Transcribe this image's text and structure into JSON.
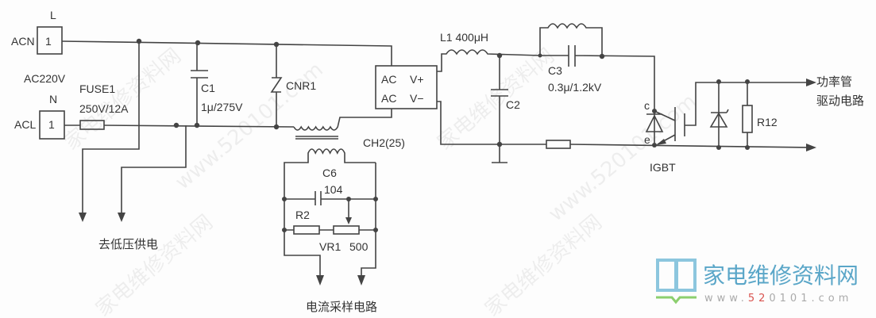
{
  "labels": {
    "acn": "ACN",
    "acn_pin": "1",
    "l": "L",
    "ac220v": "AC220V",
    "n": "N",
    "acl": "ACL",
    "acl_pin": "1",
    "fuse": "FUSE1",
    "fuse_rating": "250V/12A",
    "c1": "C1",
    "c1_value": "1μ/275V",
    "cnr1": "CNR1",
    "bridge_ac1": "AC",
    "bridge_ac2": "AC",
    "bridge_vp": "V+",
    "bridge_vm": "V−",
    "ch2": "CH2(25)",
    "c6": "C6",
    "c6_value": "104",
    "r2": "R2",
    "vr1": "VR1",
    "vr1_value": "500",
    "low_voltage_supply": "去低压供电",
    "current_sampling": "电流采样电路",
    "l1": "L1 400μH",
    "c2": "C2",
    "c3": "C3",
    "c3_value": "0.3μ/1.2kV",
    "igbt_c": "c",
    "igbt_e": "e",
    "igbt": "IGBT",
    "r12": "R12",
    "driver_line1": "功率管",
    "driver_line2": "驱动电路"
  },
  "watermark": {
    "site_name": "家电维修资料网",
    "url": "www.520101.com",
    "url_prefix": "www.",
    "url_highlight": "52",
    "url_rest": "0101.com"
  },
  "colors": {
    "line": "#444444",
    "logo_blue": "#5aa6c8",
    "logo_green": "#8ccf6e",
    "url_red": "#d9534f"
  }
}
